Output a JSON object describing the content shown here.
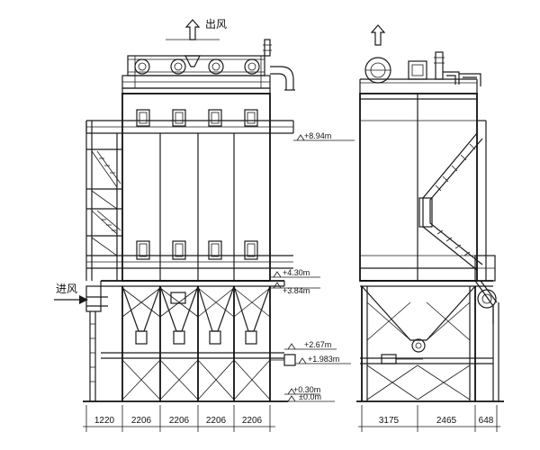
{
  "labels": {
    "outlet": "出风",
    "inlet": "进风"
  },
  "elevations": {
    "e894": "+8.94m",
    "e430": "+4.30m",
    "e384": "+3.84m",
    "e267": "+2.67m",
    "e1983": "+1.983m",
    "e030": "+0.30m",
    "e000": "±0.0m"
  },
  "dimensions": {
    "front": [
      "1220",
      "2206",
      "2206",
      "2206",
      "2206"
    ],
    "side": [
      "3175",
      "2465",
      "648"
    ]
  }
}
